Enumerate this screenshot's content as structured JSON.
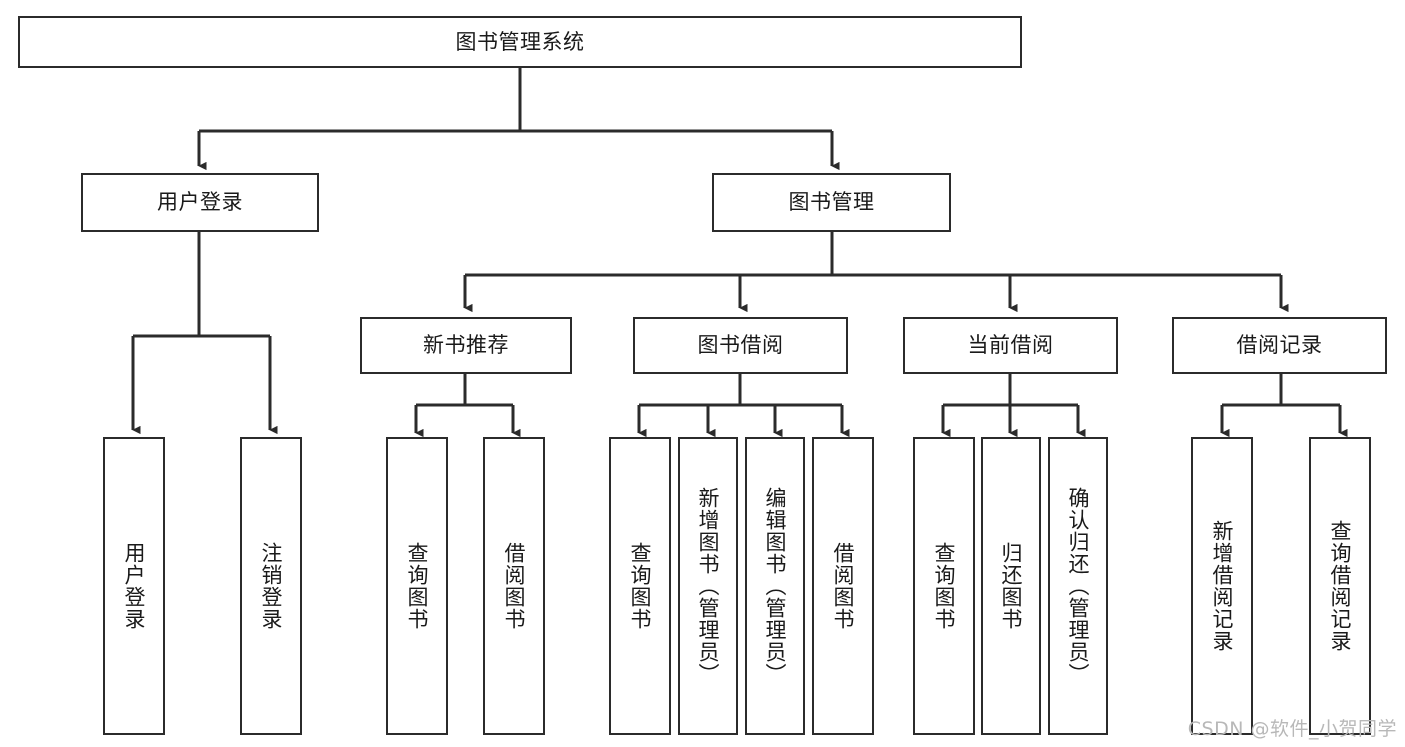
{
  "diagram": {
    "title": "图书管理系统",
    "watermark": "CSDN @软件_小贺同学",
    "line_color": "#2b2b2b",
    "box_border_color": "#2b2b2b",
    "box_fill_color": "#ffffff",
    "text_color": "#1a1a1a",
    "watermark_color": "#b8b8b8",
    "root": {
      "label": "图书管理系统"
    },
    "level2": [
      {
        "label": "用户登录"
      },
      {
        "label": "图书管理"
      }
    ],
    "level3": [
      {
        "label": "新书推荐"
      },
      {
        "label": "图书借阅"
      },
      {
        "label": "当前借阅"
      },
      {
        "label": "借阅记录"
      }
    ],
    "leaves": {
      "user_login": [
        {
          "label": "用户登录"
        },
        {
          "label": "注销登录"
        }
      ],
      "new_book_recommend": [
        {
          "label": "查询图书"
        },
        {
          "label": "借阅图书"
        }
      ],
      "book_borrow": [
        {
          "label": "查询图书"
        },
        {
          "label": "新增图书（管理员）"
        },
        {
          "label": "编辑图书（管理员）"
        },
        {
          "label": "借阅图书"
        }
      ],
      "current_borrow": [
        {
          "label": "查询图书"
        },
        {
          "label": "归还图书"
        },
        {
          "label": "确认归还（管理员）"
        }
      ],
      "borrow_record": [
        {
          "label": "新增借阅记录"
        },
        {
          "label": "查询借阅记录"
        }
      ]
    }
  }
}
